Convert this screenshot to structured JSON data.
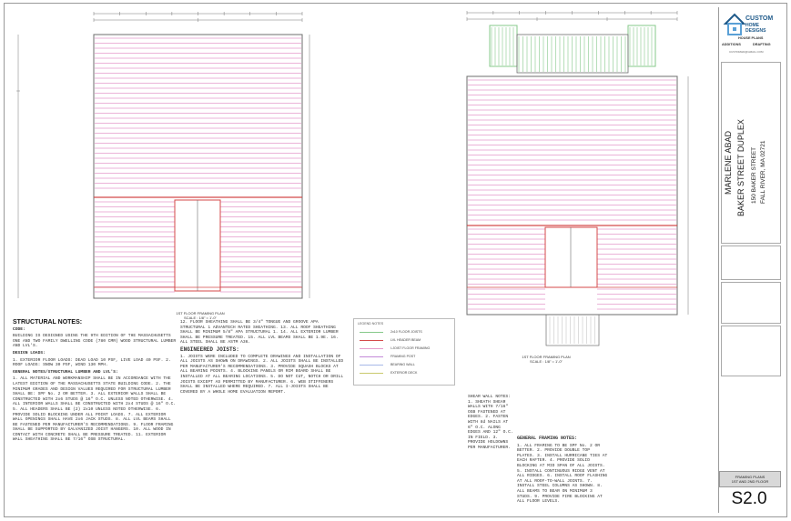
{
  "colors": {
    "joist": "#e59acb",
    "beam": "#d44a4a",
    "green": "#86c98a",
    "brand": "#1f5a8a",
    "line": "#6d6d6d"
  },
  "plans": {
    "left_title": "1ST FLOOR FRAMING PLAN",
    "left_scale": "SCALE : 1/8\" = 1'-0\"",
    "right_title": "1ST FLOOR FRAMING PLAN",
    "right_scale": "SCALE : 1/8\" = 1'-0\""
  },
  "notes_left": {
    "heading": "STRUCTURAL NOTES:",
    "code_heading": "CODE:",
    "code_text": "BUILDING IS DESIGNED USING THE 9TH EDITION OF THE MASSACHUSETTS ONE AND TWO FAMILY DWELLING CODE (780 CMR) WOOD STRUCTURAL LUMBER AND LVL'S.",
    "loads_heading": "DESIGN LOADS:",
    "loads_text": "1. EXTERIOR FLOOR LOADS: DEAD LOAD 10 PSF, LIVE LOAD 40 PSF. 2. ROOF LOADS: SNOW 30 PSF, WIND 130 MPH.",
    "general_heading": "GENERAL NOTES/STRUCTURAL LUMBER AND LVL'S:",
    "general_text": "1. ALL MATERIAL AND WORKMANSHIP SHALL BE IN ACCORDANCE WITH THE LATEST EDITION OF THE MASSACHUSETTS STATE BUILDING CODE. 2. THE MINIMUM GRADES AND DESIGN VALUES REQUIRED FOR STRUCTURAL LUMBER SHALL BE: SPF No. 2 OR BETTER. 3. ALL EXTERIOR WALLS SHALL BE CONSTRUCTED WITH 2x6 STUDS @ 16\" O.C. UNLESS NOTED OTHERWISE. 4. ALL INTERIOR WALLS SHALL BE CONSTRUCTED WITH 2x4 STUDS @ 16\" O.C. 5. ALL HEADERS SHALL BE (2) 2x10 UNLESS NOTED OTHERWISE. 6. PROVIDE SOLID BLOCKING UNDER ALL POINT LOADS. 7. ALL EXTERIOR WALL OPENINGS SHALL HAVE 2x6 JACK STUDS. 8. ALL LVL BEAMS SHALL BE FASTENED PER MANUFACTURER'S RECOMMENDATIONS. 9. FLOOR FRAMING SHALL BE SUPPORTED BY GALVANIZED JOIST HANGERS. 10. ALL WOOD IN CONTACT WITH CONCRETE SHALL BE PRESSURE TREATED. 11. EXTERIOR WALL SHEATHING SHALL BE 7/16\" OSB STRUCTURAL."
  },
  "notes_mid": {
    "text": "12. FLOOR SHEATHING SHALL BE 3/4\" TONGUE AND GROOVE APA STRUCTURAL 1 ADVANTECH RATED SHEATHING. 13. ALL ROOF SHEATHING SHALL BE MINIMUM 5/8\" APA STRUCTURAL 1. 14. ALL EXTERIOR LUMBER SHALL BE PRESSURE TREATED. 15. ALL LVL BEAMS SHALL BE 1.9E. 16. ALL STEEL SHALL BE ASTM A36.",
    "eng_heading": "ENGINEERED JOISTS:",
    "eng_text": "1. JOISTS WERE INCLUDED TO COMPLETE DRAWINGS AND INSTALLATION OF ALL JOISTS AS SHOWN ON DRAWINGS. 2. ALL JOISTS SHALL BE INSTALLED PER MANUFACTURER'S RECOMMENDATIONS. 3. PROVIDE SQUASH BLOCKS AT ALL BEARING POINTS. 4. BLOCKING PANELS OR RIM BOARD SHALL BE INSTALLED AT ALL BEARING LOCATIONS. 5. DO NOT CUT, NOTCH OR DRILL JOISTS EXCEPT AS PERMITTED BY MANUFACTURER. 6. WEB STIFFENERS SHALL BE INSTALLED WHERE REQUIRED. 7. ALL I-JOISTS SHALL BE COVERED BY A WHOLE HOME EVALUATION REPORT."
  },
  "notes_right": {
    "text": "SHEAR WALL NOTES: 1. SHEATH SHEAR WALLS WITH 7/16\" OSB FASTENED AT EDGES. 2. FASTEN WITH 8d NAILS AT 6\" O.C. ALONG EDGES AND 12\" O.C. IN FIELD. 3. PROVIDE HOLDOWNS PER MANUFACTURER.",
    "gen_heading": "GENERAL FRAMING NOTES:",
    "gen_text": "1. ALL FRAMING TO BE SPF No. 2 OR BETTER. 2. PROVIDE DOUBLE TOP PLATES. 3. INSTALL HURRICANE TIES AT EACH RAFTER. 4. PROVIDE SOLID BLOCKING AT MID SPAN OF ALL JOISTS. 5. INSTALL CONTINUOUS RIDGE VENT AT ALL RIDGES. 6. INSTALL ROOF FLASHING AT ALL ROOF-TO-WALL JOINTS. 7. INSTALL STEEL COLUMNS AS SHOWN. 8. ALL BEAMS TO BEAR ON MINIMUM 3 STUDS. 9. PROVIDE FIRE BLOCKING AT ALL FLOOR LEVELS."
  },
  "legend": {
    "title": "LEGEND NOTES",
    "items": [
      {
        "label": "2x10 FLOOR JOISTS",
        "color": "#86c98a"
      },
      {
        "label": "LVL HEADER BEAM",
        "color": "#d44a4a"
      },
      {
        "label": "I-JOIST FLOOR FRAMING",
        "color": "#e59acb"
      },
      {
        "label": "FRAMING POST",
        "color": "#c48ad9"
      },
      {
        "label": "BEARING WALL",
        "color": "#a7b8e8"
      },
      {
        "label": "EXTERIOR DECK",
        "color": "#c9c96e"
      }
    ]
  },
  "title_block": {
    "brand_line1": "CUSTOM",
    "brand_line2": "HOME DESIGNS",
    "sub1": "HOUSE PLANS",
    "sub2": "ADDITIONS",
    "sub3": "DRAFTING",
    "contact": "CUSTOMHD@GMAIL.COM",
    "client": "MARLENE ABAD",
    "project": "BAKER STREET DUPLEX",
    "address1": "150 BAKER STREET",
    "address2": "FALL RIVER, MA 02721",
    "sheet_title1": "FRAMING PLANS",
    "sheet_title2": "1ST AND 2ND FLOOR",
    "sheet_number": "S2.0"
  }
}
